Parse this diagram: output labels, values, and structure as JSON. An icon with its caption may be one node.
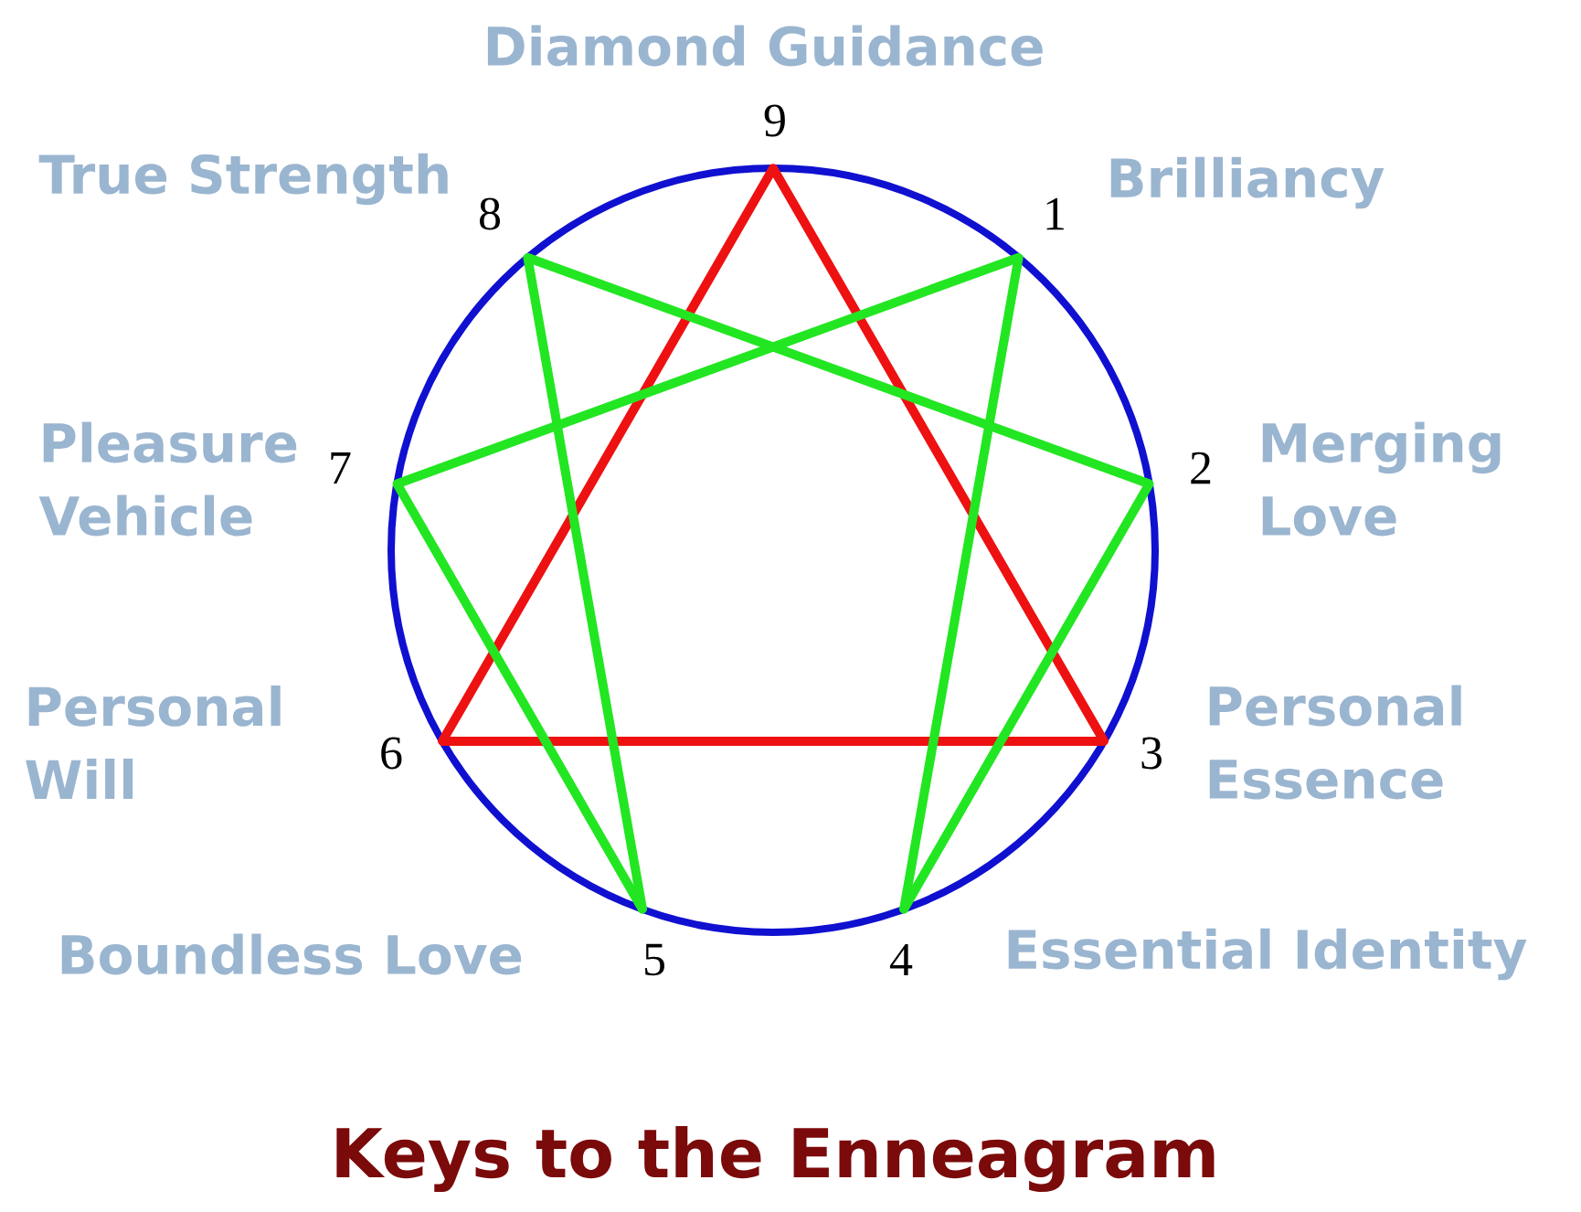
{
  "diagram": {
    "title": "Keys to the Enneagram",
    "nodes": [
      {
        "text": [
          "9"
        ],
        "beside": [
          "Diamond Guidance"
        ]
      },
      {
        "text": [
          "8"
        ],
        "beside": [
          "True Strength"
        ]
      },
      {
        "text": [
          "1"
        ],
        "beside": [
          "Brilliancy"
        ]
      },
      {
        "text": [
          "7"
        ],
        "beside": [
          "Pleasure Vehicle"
        ]
      },
      {
        "text": [
          "2"
        ],
        "beside": [
          "Merging Love"
        ]
      },
      {
        "text": [
          "6"
        ],
        "beside": [
          "Personal Will"
        ]
      },
      {
        "text": [
          "3"
        ],
        "beside": [
          "Personal Essence"
        ]
      },
      {
        "text": [
          "5"
        ],
        "beside": [
          "Boundless Love"
        ]
      },
      {
        "text": [
          "4"
        ],
        "beside": [
          "Essential Identity"
        ]
      }
    ],
    "edges": [
      {
        "from": 0,
        "to": 5,
        "arrow": "none",
        "color": "#ee1111"
      },
      {
        "from": 5,
        "to": 6,
        "arrow": "none",
        "color": "#ee1111"
      },
      {
        "from": 6,
        "to": 0,
        "arrow": "none",
        "color": "#ee1111"
      },
      {
        "from": 2,
        "to": 8,
        "arrow": "none"
      },
      {
        "from": 8,
        "to": 4,
        "arrow": "none"
      },
      {
        "from": 4,
        "to": 1,
        "arrow": "none"
      },
      {
        "from": 1,
        "to": 7,
        "arrow": "none"
      },
      {
        "from": 7,
        "to": 3,
        "arrow": "none"
      },
      {
        "from": 3,
        "to": 2,
        "arrow": "none"
      }
    ]
  }
}
